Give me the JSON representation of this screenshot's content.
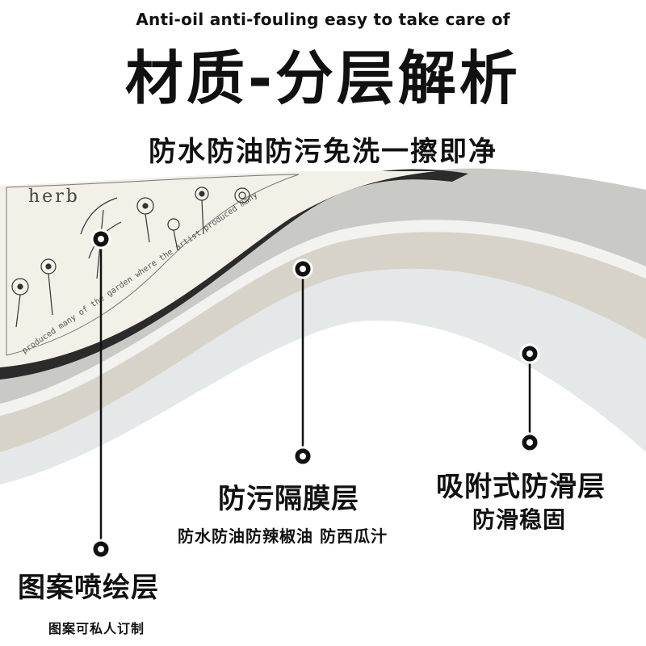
{
  "header": {
    "subtitle_en": "Anti-oil anti-fouling easy to take care of",
    "title": "材质-分层解析",
    "subtitle_cn": "防水防油防污免洗一擦即净"
  },
  "mat_print": {
    "brand": "herb",
    "border_text": "produced many of the garden where the artist produced many"
  },
  "layers": {
    "print": {
      "title": "图案喷绘层",
      "desc": "图案可私人订制"
    },
    "film": {
      "title": "防污隔膜层",
      "desc": "防水防油防辣椒油 防西瓜汁"
    },
    "base": {
      "title": "吸附式防滑层",
      "desc": "防滑稳固"
    }
  },
  "colors": {
    "top_print": "#f3f0e8",
    "black_edge": "#2b2b2b",
    "film_layer": "#cfcfcc",
    "beige_layer": "#d8d3c8",
    "base_layer": "#e5e8e9"
  }
}
